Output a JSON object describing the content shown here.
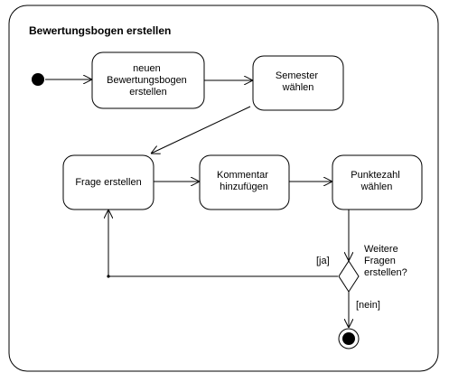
{
  "diagram": {
    "title": "Bewertungsbogen erstellen",
    "activities": {
      "neuer_bogen": [
        "neuen",
        "Bewertungsbogen",
        "erstellen"
      ],
      "semester": [
        "Semester",
        "wählen"
      ],
      "frage": [
        "Frage erstellen"
      ],
      "kommentar": [
        "Kommentar",
        "hinzufügen"
      ],
      "punktezahl": [
        "Punktezahl",
        "wählen"
      ]
    },
    "decision_question": [
      "Weitere",
      "Fragen",
      "erstellen?"
    ],
    "guards": {
      "yes": "[ja]",
      "no": "[nein]"
    }
  }
}
